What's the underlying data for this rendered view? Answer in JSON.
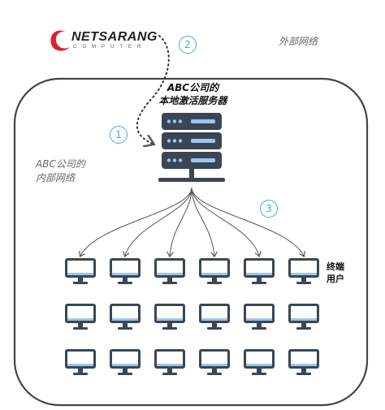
{
  "logo": {
    "brand": "NETSARANG",
    "subtitle": "COMPUTER"
  },
  "external_network_label": "外部网络",
  "internal_network_label": [
    "ABC公司的",
    "内部网络"
  ],
  "server_label": [
    "ABC公司的",
    "本地激活服务器"
  ],
  "end_users_label": [
    "终端",
    "用户"
  ],
  "steps": [
    "1",
    "2",
    "3"
  ],
  "colors": {
    "server": "#3a4653",
    "server_slot": "#9bc6ee",
    "monitor_frame": "#3a4653",
    "monitor_screen": "#ffffff",
    "step_badge": "#4aa3e8",
    "logo_red": "#d8242b",
    "border": "#444444",
    "arrow": "#555555"
  },
  "end_user_grid": {
    "rows": 3,
    "cols": 6
  }
}
